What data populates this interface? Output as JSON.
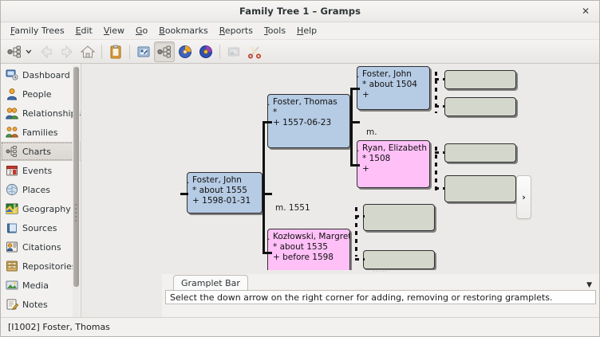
{
  "window": {
    "title": "Family Tree 1 – Gramps",
    "close_label": "✕"
  },
  "menubar": [
    {
      "name": "family-trees",
      "label": "Family Trees",
      "mnemonic": "F"
    },
    {
      "name": "edit",
      "label": "Edit",
      "mnemonic": "E"
    },
    {
      "name": "view",
      "label": "View",
      "mnemonic": "V"
    },
    {
      "name": "go",
      "label": "Go",
      "mnemonic": "G"
    },
    {
      "name": "bookmarks",
      "label": "Bookmarks",
      "mnemonic": "B"
    },
    {
      "name": "reports",
      "label": "Reports",
      "mnemonic": "R"
    },
    {
      "name": "tools",
      "label": "Tools",
      "mnemonic": "T"
    },
    {
      "name": "help",
      "label": "Help",
      "mnemonic": "H"
    }
  ],
  "toolbar": [
    {
      "name": "person-tree-icon",
      "icon": "person-tree",
      "state": "normal"
    },
    {
      "name": "dropdown-arrow-icon",
      "icon": "chevron-down",
      "state": "normal"
    },
    {
      "name": "back-icon",
      "icon": "arrow-left",
      "state": "disabled"
    },
    {
      "name": "forward-icon",
      "icon": "arrow-right",
      "state": "disabled"
    },
    {
      "name": "home-icon",
      "icon": "home",
      "state": "normal"
    },
    {
      "name": "separator-1",
      "icon": "separator",
      "state": "normal"
    },
    {
      "name": "clipboard-icon",
      "icon": "clipboard",
      "state": "normal"
    },
    {
      "name": "separator-2",
      "icon": "separator",
      "state": "normal"
    },
    {
      "name": "add-person-icon",
      "icon": "person-card",
      "state": "normal"
    },
    {
      "name": "charts-icon",
      "icon": "person-tree",
      "state": "active"
    },
    {
      "name": "reports-icon",
      "icon": "pie-orange",
      "state": "normal"
    },
    {
      "name": "tools-icon",
      "icon": "pie-purple",
      "state": "normal"
    },
    {
      "name": "separator-3",
      "icon": "separator",
      "state": "normal"
    },
    {
      "name": "media-icon",
      "icon": "picture",
      "state": "disabled"
    },
    {
      "name": "scissors-icon",
      "icon": "scissors",
      "state": "normal"
    }
  ],
  "sidebar": {
    "selected": "Charts",
    "items": [
      {
        "label": "Dashboard",
        "icon": "dashboard-icon"
      },
      {
        "label": "People",
        "icon": "person-icon"
      },
      {
        "label": "Relationships",
        "icon": "relationships-icon"
      },
      {
        "label": "Families",
        "icon": "families-icon"
      },
      {
        "label": "Charts",
        "icon": "charts-icon"
      },
      {
        "label": "Events",
        "icon": "events-icon"
      },
      {
        "label": "Places",
        "icon": "places-icon"
      },
      {
        "label": "Geography",
        "icon": "geography-icon"
      },
      {
        "label": "Sources",
        "icon": "sources-icon"
      },
      {
        "label": "Citations",
        "icon": "citations-icon"
      },
      {
        "label": "Repositories",
        "icon": "repositories-icon"
      },
      {
        "label": "Media",
        "icon": "media-icon"
      },
      {
        "label": "Notes",
        "icon": "notes-icon"
      }
    ]
  },
  "chart": {
    "nav_next_label": "›",
    "marriage_labels": [
      {
        "name": "marriage-label-center",
        "text": "m. 1551"
      },
      {
        "name": "marriage-label-upper",
        "text": "m."
      }
    ],
    "people": [
      {
        "name": "person-box-foster-john-1555",
        "gender": "male",
        "title": "Foster, John",
        "birth": "* about 1555",
        "death": "+ 1598-01-31"
      },
      {
        "name": "person-box-foster-thomas",
        "gender": "male",
        "title": "Foster, Thomas",
        "birth": "*",
        "death": "+ 1557-06-23"
      },
      {
        "name": "person-box-kozlowski-margret",
        "gender": "female",
        "title": "Kozłowski, Margret",
        "birth": "* about 1535",
        "death": "+ before 1598"
      },
      {
        "name": "person-box-foster-john-1504",
        "gender": "male",
        "title": "Foster, John",
        "birth": "* about 1504",
        "death": "+"
      },
      {
        "name": "person-box-ryan-elizabeth",
        "gender": "female",
        "title": "Ryan, Elizabeth",
        "birth": "* 1508",
        "death": "+"
      }
    ],
    "empty_boxes": [
      {
        "name": "empty-person-box-1"
      },
      {
        "name": "empty-person-box-2"
      },
      {
        "name": "empty-person-box-3"
      },
      {
        "name": "empty-person-box-4"
      },
      {
        "name": "empty-person-box-5"
      },
      {
        "name": "empty-person-box-6"
      }
    ]
  },
  "gramplet_bar": {
    "tab_label": "Gramplet Bar",
    "message": "Select the down arrow on the right corner for adding, removing or restoring gramplets.",
    "arrow_label": "▼"
  },
  "statusbar": {
    "text": "[I1002] Foster, Thomas"
  },
  "colors": {
    "male_box": "#b6cbe4",
    "female_box": "#ffc0f7",
    "empty_box": "#d4d8cc",
    "chart_bg": "#eceae8",
    "chrome_bg": "#f2f1f0"
  }
}
